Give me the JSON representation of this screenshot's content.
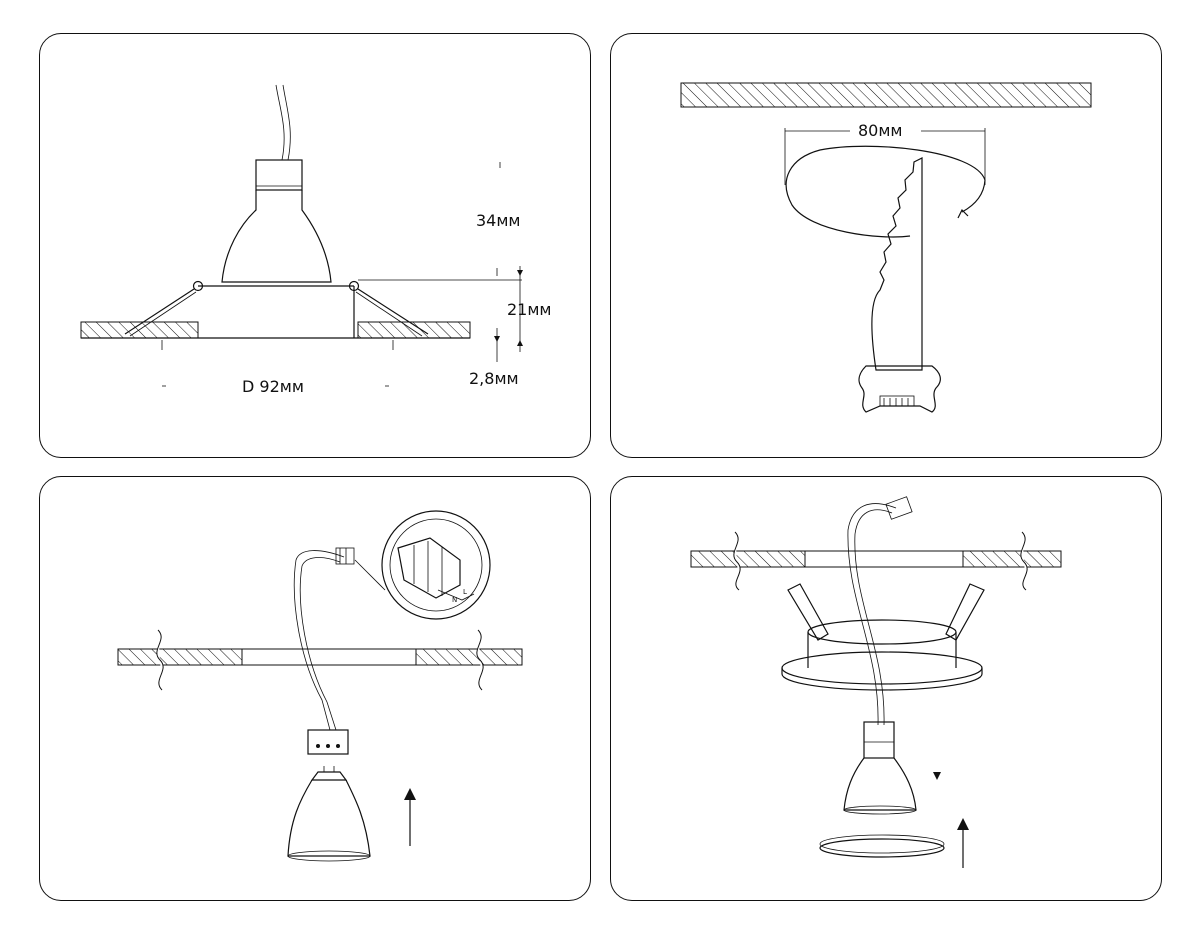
{
  "panel1": {
    "height_lamp": "34мм",
    "height_body": "21мм",
    "flange": "2,8мм",
    "diameter": "D 92мм"
  },
  "panel2": {
    "cutout": "80мм"
  },
  "panel3": {
    "terminal_n": "N",
    "terminal_l": "L"
  },
  "colors": {
    "line": "#111111",
    "background": "#ffffff"
  }
}
